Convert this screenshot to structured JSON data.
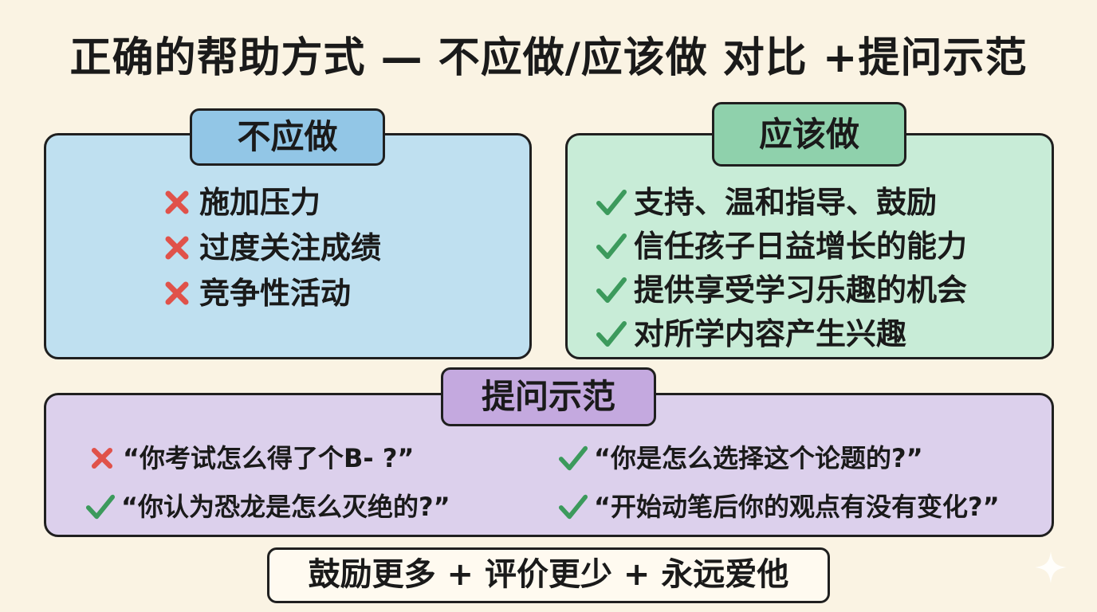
{
  "title": "正确的帮助方式 — 不应做/应该做 对比 +提问示范",
  "dont": {
    "label": "不应做",
    "items": [
      "施加压力",
      "过度关注成绩",
      "竞争性活动"
    ]
  },
  "do": {
    "label": "应该做",
    "items": [
      "支持、温和指导、鼓励",
      "信任孩子日益增长的能力",
      "提供享受学习乐趣的机会",
      "对所学内容产生兴趣"
    ]
  },
  "questions": {
    "label": "提问示范",
    "items": [
      {
        "text": "“你考试怎么得了个B- ?”",
        "mark": "cross-icon"
      },
      {
        "text": "“你是怎么选择这个论题的?”",
        "mark": "check-icon"
      },
      {
        "text": "“你认为恐龙是怎么灭绝的?”",
        "mark": "check-icon"
      },
      {
        "text": "“开始动笔后你的观点有没有变化?”",
        "mark": "check-icon"
      }
    ]
  },
  "footer": "鼓励更多 + 评价更少 + 永远爱他",
  "colors": {
    "background": "#faf3e3",
    "dont_panel": "#bfe0f0",
    "dont_tag": "#92c6e6",
    "do_panel": "#c8ecd7",
    "do_tag": "#8fd1ac",
    "ask_panel": "#dcd0ec",
    "ask_tag": "#c4a9df",
    "cross": "#e0524a",
    "check": "#3c9a5c"
  }
}
